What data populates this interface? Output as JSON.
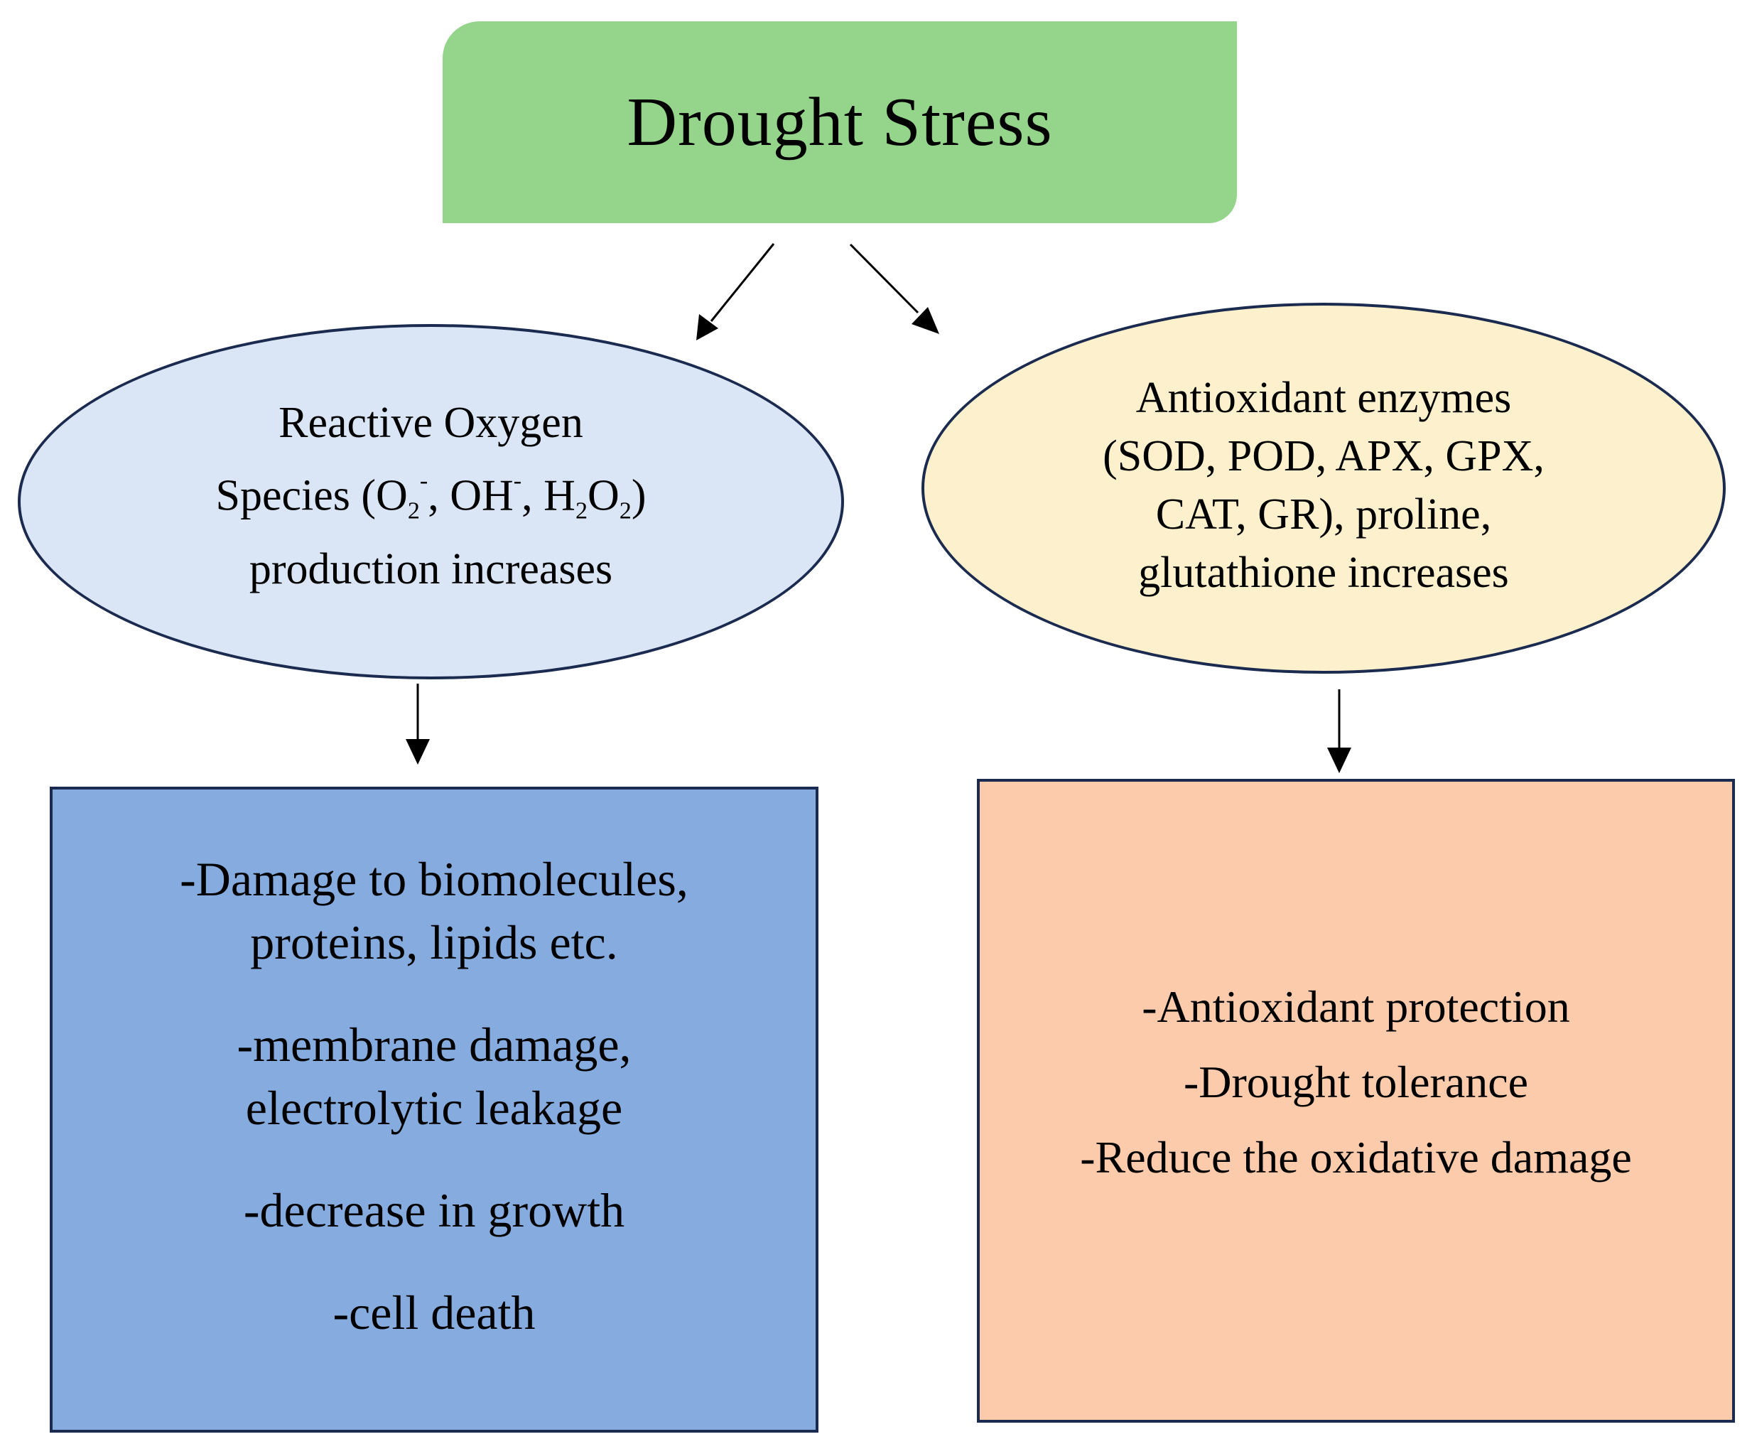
{
  "title": "Drought Stress",
  "ros": {
    "line1": "Reactive Oxygen",
    "line2_species": "Species (O",
    "line2_o2_sub": "2",
    "line2_o2_sup": "-",
    "line2_oh": ", OH",
    "line2_oh_sup": "-",
    "line2_h": ", H",
    "line2_h_sub": "2",
    "line2_o": "O",
    "line2_o_sub": "2",
    "line2_close": ")",
    "line3": "production increases"
  },
  "antioxidants": {
    "lines": [
      "Antioxidant enzymes",
      "(SOD, POD, APX, GPX,",
      "CAT, GR), proline,",
      "glutathione increases"
    ]
  },
  "damage": {
    "items": [
      [
        "-Damage to biomolecules,",
        "proteins, lipids etc."
      ],
      [
        "-membrane damage,",
        "electrolytic leakage"
      ],
      [
        "-decrease in growth"
      ],
      [
        "-cell death"
      ]
    ]
  },
  "protection": {
    "items": [
      "-Antioxidant protection",
      "-Drought tolerance",
      "-Reduce the oxidative damage"
    ]
  },
  "colors": {
    "title_fill": "#95d48b",
    "ros_fill": "#dae5f5",
    "antiox_fill": "#fdf0cc",
    "damage_fill": "#85abdf",
    "protect_fill": "#fccbab",
    "outline": "#1b2a4f"
  }
}
